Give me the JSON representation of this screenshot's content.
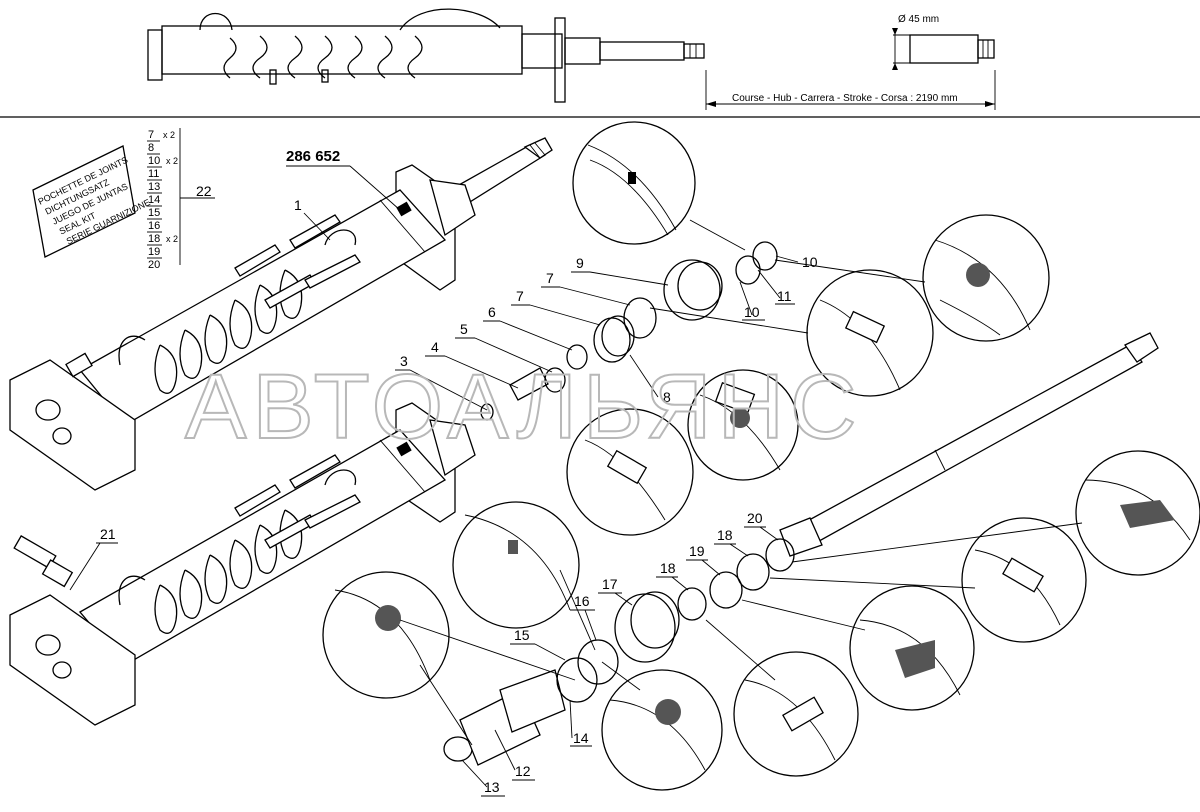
{
  "header": {
    "dimension_label": "Course - Hub - Carrera - Stroke - Corsa : 2190 mm",
    "diameter_label": "Ø 45 mm"
  },
  "assembly_number": "286 652",
  "seal_kit": {
    "label_lines": [
      "POCHETTE DE JOINTS",
      "DICHTUNGSATZ",
      "JUEGO DE JUNTAS",
      "SEAL KIT",
      "SERIE GUARNIZIONE"
    ],
    "kit_number": "22",
    "parts": [
      {
        "num": "7",
        "qty": "x 2"
      },
      {
        "num": "8",
        "qty": ""
      },
      {
        "num": "10",
        "qty": "x 2"
      },
      {
        "num": "11",
        "qty": ""
      },
      {
        "num": "13",
        "qty": ""
      },
      {
        "num": "14",
        "qty": ""
      },
      {
        "num": "15",
        "qty": ""
      },
      {
        "num": "16",
        "qty": ""
      },
      {
        "num": "18",
        "qty": "x 2"
      },
      {
        "num": "19",
        "qty": ""
      },
      {
        "num": "20",
        "qty": ""
      }
    ]
  },
  "callouts": [
    "1",
    "3",
    "4",
    "5",
    "6",
    "7",
    "7",
    "8",
    "9",
    "10",
    "10",
    "11",
    "12",
    "13",
    "14",
    "15",
    "16",
    "17",
    "18",
    "18",
    "19",
    "20",
    "21"
  ],
  "watermark": "АВТОАЛЬЯНС"
}
